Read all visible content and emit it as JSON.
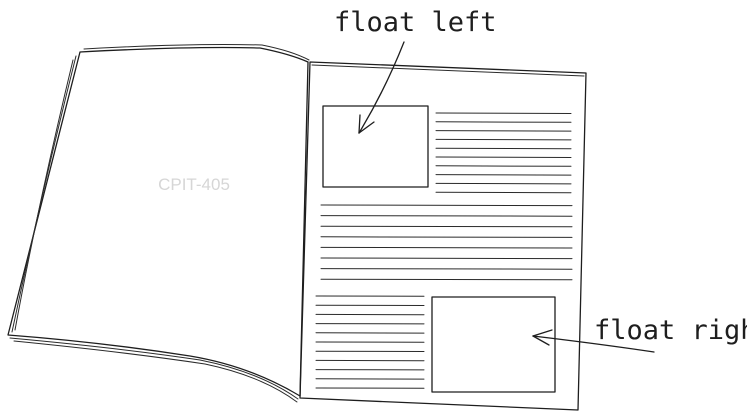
{
  "labels": {
    "float_left": "float left",
    "float_right": "float right",
    "watermark": "CPIT-405"
  },
  "colors": {
    "ink": "#1e1e1e",
    "watermark": "#d6d6d6",
    "background": "#ffffff"
  }
}
